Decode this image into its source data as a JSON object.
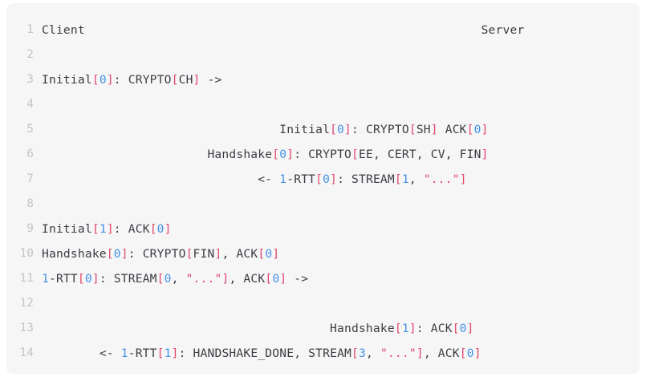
{
  "code_block": {
    "language": "text",
    "background_color": "#f6f6f7",
    "colors": {
      "text": "#3c3c43",
      "number": "#4593e6",
      "punctuation": "#e0486c",
      "string": "#e0486c",
      "line_number": "#c5c5ca"
    },
    "line_numbers": [
      "1",
      "2",
      "3",
      "4",
      "5",
      "6",
      "7",
      "8",
      "9",
      "10",
      "11",
      "12",
      "13",
      "14"
    ],
    "lines": [
      {
        "n": "1",
        "plain": "Client                                                       Server",
        "tokens": [
          {
            "t": "Client",
            "k": "txt"
          },
          {
            "t": "                                                       ",
            "k": "txt"
          },
          {
            "t": "Server",
            "k": "txt"
          }
        ]
      },
      {
        "n": "2",
        "plain": "",
        "tokens": []
      },
      {
        "n": "3",
        "plain": "Initial[0]: CRYPTO[CH] ->",
        "tokens": [
          {
            "t": "Initial",
            "k": "txt"
          },
          {
            "t": "[",
            "k": "punc"
          },
          {
            "t": "0",
            "k": "num"
          },
          {
            "t": "]",
            "k": "punc"
          },
          {
            "t": ": CRYPTO",
            "k": "txt"
          },
          {
            "t": "[",
            "k": "punc"
          },
          {
            "t": "CH",
            "k": "txt"
          },
          {
            "t": "]",
            "k": "punc"
          },
          {
            "t": " ->",
            "k": "txt"
          }
        ]
      },
      {
        "n": "4",
        "plain": "",
        "tokens": []
      },
      {
        "n": "5",
        "plain": "                                 Initial[0]: CRYPTO[SH] ACK[0]",
        "tokens": [
          {
            "t": "                                 ",
            "k": "txt"
          },
          {
            "t": "Initial",
            "k": "txt"
          },
          {
            "t": "[",
            "k": "punc"
          },
          {
            "t": "0",
            "k": "num"
          },
          {
            "t": "]",
            "k": "punc"
          },
          {
            "t": ": CRYPTO",
            "k": "txt"
          },
          {
            "t": "[",
            "k": "punc"
          },
          {
            "t": "SH",
            "k": "txt"
          },
          {
            "t": "]",
            "k": "punc"
          },
          {
            "t": " ACK",
            "k": "txt"
          },
          {
            "t": "[",
            "k": "punc"
          },
          {
            "t": "0",
            "k": "num"
          },
          {
            "t": "]",
            "k": "punc"
          }
        ]
      },
      {
        "n": "6",
        "plain": "                       Handshake[0]: CRYPTO[EE, CERT, CV, FIN]",
        "tokens": [
          {
            "t": "                       ",
            "k": "txt"
          },
          {
            "t": "Handshake",
            "k": "txt"
          },
          {
            "t": "[",
            "k": "punc"
          },
          {
            "t": "0",
            "k": "num"
          },
          {
            "t": "]",
            "k": "punc"
          },
          {
            "t": ": CRYPTO",
            "k": "txt"
          },
          {
            "t": "[",
            "k": "punc"
          },
          {
            "t": "EE, CERT, CV, FIN",
            "k": "txt"
          },
          {
            "t": "]",
            "k": "punc"
          }
        ]
      },
      {
        "n": "7",
        "plain": "                              <- 1-RTT[0]: STREAM[1, \"...\"]",
        "tokens": [
          {
            "t": "                              ",
            "k": "txt"
          },
          {
            "t": "<- ",
            "k": "txt"
          },
          {
            "t": "1",
            "k": "num"
          },
          {
            "t": "-RTT",
            "k": "txt"
          },
          {
            "t": "[",
            "k": "punc"
          },
          {
            "t": "0",
            "k": "num"
          },
          {
            "t": "]",
            "k": "punc"
          },
          {
            "t": ": STREAM",
            "k": "txt"
          },
          {
            "t": "[",
            "k": "punc"
          },
          {
            "t": "1",
            "k": "num"
          },
          {
            "t": ", ",
            "k": "txt"
          },
          {
            "t": "\"...\"",
            "k": "str"
          },
          {
            "t": "]",
            "k": "punc"
          }
        ]
      },
      {
        "n": "8",
        "plain": "",
        "tokens": []
      },
      {
        "n": "9",
        "plain": "Initial[1]: ACK[0]",
        "tokens": [
          {
            "t": "Initial",
            "k": "txt"
          },
          {
            "t": "[",
            "k": "punc"
          },
          {
            "t": "1",
            "k": "num"
          },
          {
            "t": "]",
            "k": "punc"
          },
          {
            "t": ": ACK",
            "k": "txt"
          },
          {
            "t": "[",
            "k": "punc"
          },
          {
            "t": "0",
            "k": "num"
          },
          {
            "t": "]",
            "k": "punc"
          }
        ]
      },
      {
        "n": "10",
        "plain": "Handshake[0]: CRYPTO[FIN], ACK[0]",
        "tokens": [
          {
            "t": "Handshake",
            "k": "txt"
          },
          {
            "t": "[",
            "k": "punc"
          },
          {
            "t": "0",
            "k": "num"
          },
          {
            "t": "]",
            "k": "punc"
          },
          {
            "t": ": CRYPTO",
            "k": "txt"
          },
          {
            "t": "[",
            "k": "punc"
          },
          {
            "t": "FIN",
            "k": "txt"
          },
          {
            "t": "]",
            "k": "punc"
          },
          {
            "t": ", ACK",
            "k": "txt"
          },
          {
            "t": "[",
            "k": "punc"
          },
          {
            "t": "0",
            "k": "num"
          },
          {
            "t": "]",
            "k": "punc"
          }
        ]
      },
      {
        "n": "11",
        "plain": "1-RTT[0]: STREAM[0, \"...\"], ACK[0] ->",
        "tokens": [
          {
            "t": "1",
            "k": "num"
          },
          {
            "t": "-RTT",
            "k": "txt"
          },
          {
            "t": "[",
            "k": "punc"
          },
          {
            "t": "0",
            "k": "num"
          },
          {
            "t": "]",
            "k": "punc"
          },
          {
            "t": ": STREAM",
            "k": "txt"
          },
          {
            "t": "[",
            "k": "punc"
          },
          {
            "t": "0",
            "k": "num"
          },
          {
            "t": ", ",
            "k": "txt"
          },
          {
            "t": "\"...\"",
            "k": "str"
          },
          {
            "t": "]",
            "k": "punc"
          },
          {
            "t": ", ACK",
            "k": "txt"
          },
          {
            "t": "[",
            "k": "punc"
          },
          {
            "t": "0",
            "k": "num"
          },
          {
            "t": "]",
            "k": "punc"
          },
          {
            "t": " ->",
            "k": "txt"
          }
        ]
      },
      {
        "n": "12",
        "plain": "",
        "tokens": []
      },
      {
        "n": "13",
        "plain": "                                        Handshake[1]: ACK[0]",
        "tokens": [
          {
            "t": "                                        ",
            "k": "txt"
          },
          {
            "t": "Handshake",
            "k": "txt"
          },
          {
            "t": "[",
            "k": "punc"
          },
          {
            "t": "1",
            "k": "num"
          },
          {
            "t": "]",
            "k": "punc"
          },
          {
            "t": ": ACK",
            "k": "txt"
          },
          {
            "t": "[",
            "k": "punc"
          },
          {
            "t": "0",
            "k": "num"
          },
          {
            "t": "]",
            "k": "punc"
          }
        ]
      },
      {
        "n": "14",
        "plain": "        <- 1-RTT[1]: HANDSHAKE_DONE, STREAM[3, \"...\"], ACK[0]",
        "tokens": [
          {
            "t": "        ",
            "k": "txt"
          },
          {
            "t": "<- ",
            "k": "txt"
          },
          {
            "t": "1",
            "k": "num"
          },
          {
            "t": "-RTT",
            "k": "txt"
          },
          {
            "t": "[",
            "k": "punc"
          },
          {
            "t": "1",
            "k": "num"
          },
          {
            "t": "]",
            "k": "punc"
          },
          {
            "t": ": HANDSHAKE_DONE, STREAM",
            "k": "txt"
          },
          {
            "t": "[",
            "k": "punc"
          },
          {
            "t": "3",
            "k": "num"
          },
          {
            "t": ", ",
            "k": "txt"
          },
          {
            "t": "\"...\"",
            "k": "str"
          },
          {
            "t": "]",
            "k": "punc"
          },
          {
            "t": ", ACK",
            "k": "txt"
          },
          {
            "t": "[",
            "k": "punc"
          },
          {
            "t": "0",
            "k": "num"
          },
          {
            "t": "]",
            "k": "punc"
          }
        ]
      }
    ]
  }
}
